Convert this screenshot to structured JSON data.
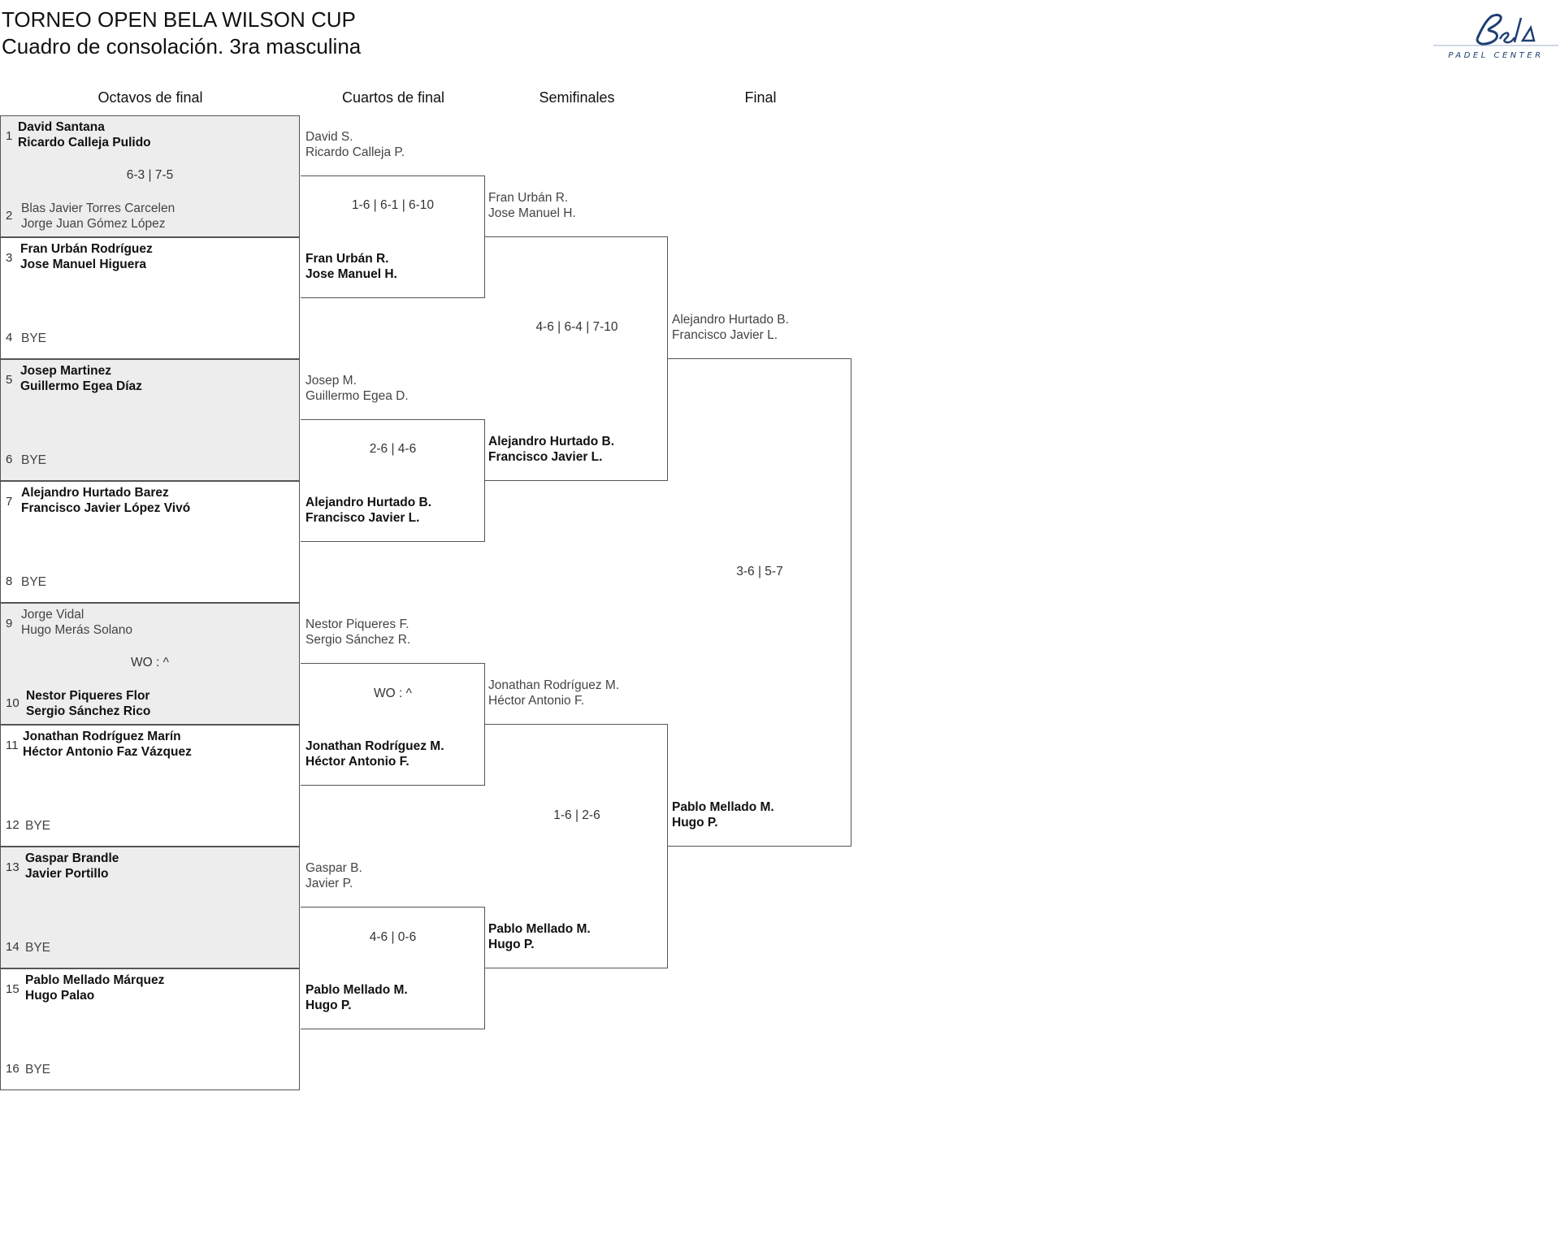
{
  "header": {
    "title": "TORNEO OPEN BELA WILSON CUP",
    "subtitle": "Cuadro de consolación. 3ra masculina",
    "logo_text": "PADEL CENTER"
  },
  "columns": [
    "Octavos de final",
    "Cuartos de final",
    "Semifinales",
    "Final"
  ],
  "r16": [
    {
      "seed_a": "1",
      "a": [
        "David Santana",
        "Ricardo Calleja Pulido"
      ],
      "seed_b": "2",
      "b": [
        "Blas Javier Torres Carcelen",
        "Jorge Juan Gómez López"
      ],
      "score": "6-3 | 7-5"
    },
    {
      "seed_a": "3",
      "a": [
        "Fran Urbán Rodríguez",
        "Jose Manuel Higuera"
      ],
      "seed_b": "4",
      "b": [
        "BYE",
        ""
      ],
      "score": ""
    },
    {
      "seed_a": "5",
      "a": [
        "Josep Martinez",
        "Guillermo Egea Díaz"
      ],
      "seed_b": "6",
      "b": [
        "BYE",
        ""
      ],
      "score": ""
    },
    {
      "seed_a": "7",
      "a": [
        "Alejandro Hurtado Barez",
        "Francisco Javier López Vivó"
      ],
      "seed_b": "8",
      "b": [
        "BYE",
        ""
      ],
      "score": ""
    },
    {
      "seed_a": "9",
      "a": [
        "Jorge Vidal",
        "Hugo Merás Solano"
      ],
      "seed_b": "10",
      "b": [
        "Nestor Piqueres Flor",
        "Sergio Sánchez Rico"
      ],
      "score": "WO : ^"
    },
    {
      "seed_a": "11",
      "a": [
        "Jonathan Rodríguez Marín",
        "Héctor Antonio Faz Vázquez"
      ],
      "seed_b": "12",
      "b": [
        "BYE",
        ""
      ],
      "score": ""
    },
    {
      "seed_a": "13",
      "a": [
        "Gaspar Brandle",
        "Javier Portillo"
      ],
      "seed_b": "14",
      "b": [
        "BYE",
        ""
      ],
      "score": ""
    },
    {
      "seed_a": "15",
      "a": [
        "Pablo Mellado Márquez",
        "Hugo Palao"
      ],
      "seed_b": "16",
      "b": [
        "BYE",
        ""
      ],
      "score": ""
    }
  ],
  "qf": [
    {
      "a": [
        "David S.",
        "Ricardo Calleja P."
      ],
      "b": [
        "Fran Urbán R.",
        "Jose Manuel H."
      ],
      "score": "1-6 | 6-1 | 6-10"
    },
    {
      "a": [
        "Josep M.",
        "Guillermo Egea D."
      ],
      "b": [
        "Alejandro Hurtado B.",
        "Francisco Javier L."
      ],
      "score": "2-6 | 4-6"
    },
    {
      "a": [
        "Nestor Piqueres F.",
        "Sergio Sánchez R."
      ],
      "b": [
        "Jonathan Rodríguez M.",
        "Héctor Antonio F."
      ],
      "score": "WO : ^"
    },
    {
      "a": [
        "Gaspar B.",
        "Javier P."
      ],
      "b": [
        "Pablo Mellado M.",
        "Hugo P."
      ],
      "score": "4-6 | 0-6"
    }
  ],
  "sf": [
    {
      "a": [
        "Fran Urbán R.",
        "Jose Manuel H."
      ],
      "b": [
        "Alejandro Hurtado B.",
        "Francisco Javier L."
      ],
      "score": "4-6 | 6-4 | 7-10"
    },
    {
      "a": [
        "Jonathan Rodríguez M.",
        "Héctor Antonio F."
      ],
      "b": [
        "Pablo Mellado M.",
        "Hugo P."
      ],
      "score": "1-6 | 2-6"
    }
  ],
  "final": {
    "a": [
      "Alejandro Hurtado B.",
      "Francisco Javier L."
    ],
    "b": [
      "Pablo Mellado M.",
      "Hugo P."
    ],
    "score": "3-6 | 5-7"
  }
}
